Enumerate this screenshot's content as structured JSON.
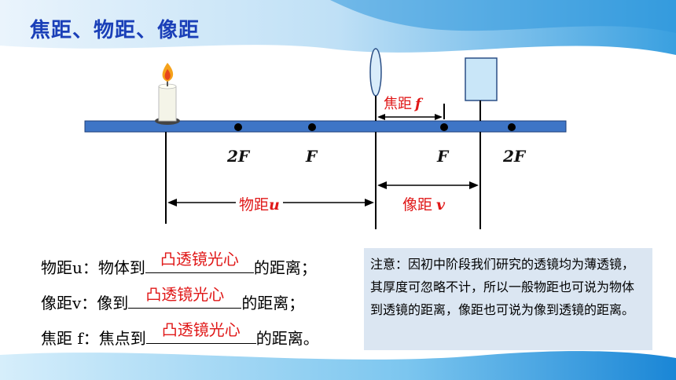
{
  "title": "焦距、物距、像距",
  "diagram": {
    "labels": {
      "two_f_left": "2F",
      "f_left": "F",
      "f_right": "F",
      "two_f_right": "2F",
      "focal_prefix": "焦距",
      "focal_var": "f",
      "object_prefix": "物距",
      "object_var": "u",
      "image_prefix": "像距",
      "image_var": "v"
    },
    "colors": {
      "bench": "#3e75c6",
      "label_red": "#e01818",
      "title_blue": "#1a3fb8"
    }
  },
  "definitions": [
    {
      "prefix": "物距u：物体到",
      "answer": "凸透镜光心",
      "suffix": "的距离；"
    },
    {
      "prefix": "像距v：像到",
      "answer": "凸透镜光心",
      "suffix": "的距离；"
    },
    {
      "prefix": "焦距 f：焦点到",
      "answer": "凸透镜光心",
      "suffix": "的距离。"
    }
  ],
  "note": {
    "text": "注意：因初中阶段我们研究的透镜均为薄透镜，其厚度可忽略不计，所以一般物距也可说为物体到透镜的距离，像距也可说为像到透镜的距离。"
  }
}
